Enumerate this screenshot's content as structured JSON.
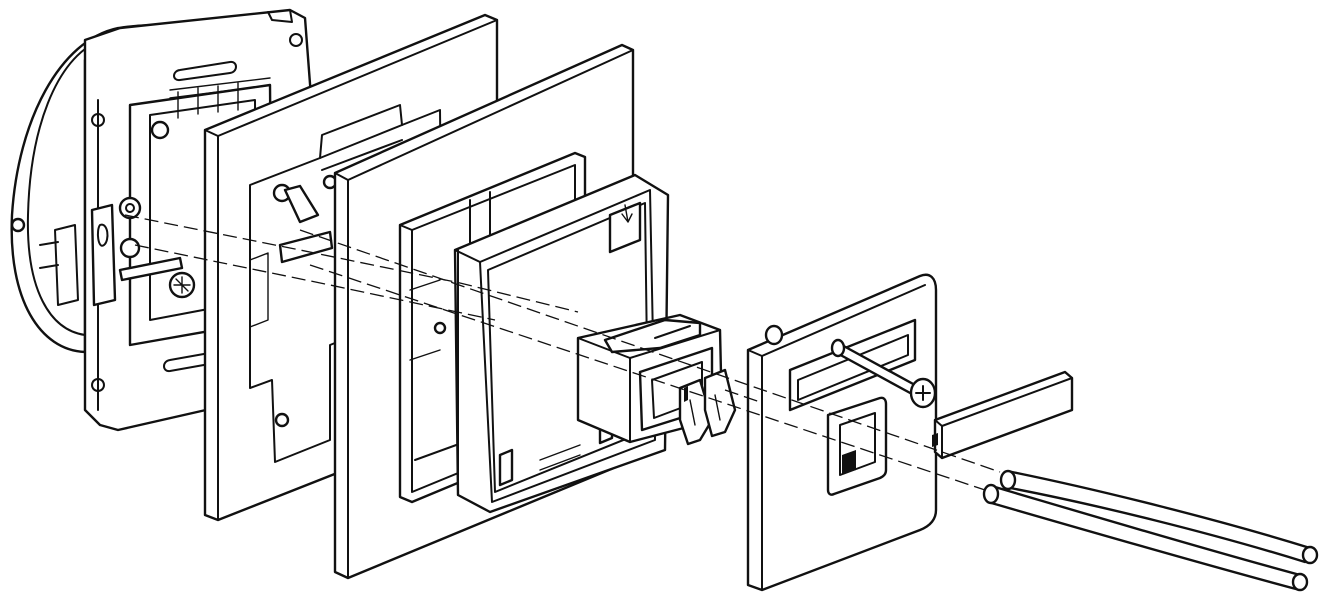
{
  "colors": {
    "line": "#111111",
    "fill": "#ffffff"
  },
  "parts": [
    {
      "id": "mounting-frame",
      "icon": "mounting-frame-icon"
    },
    {
      "id": "wall-plate",
      "icon": "plate-icon"
    },
    {
      "id": "decorative-frame",
      "icon": "frame-icon"
    },
    {
      "id": "adapter-frame",
      "icon": "adapter-icon"
    },
    {
      "id": "rj45-keystone-module",
      "icon": "keystone-icon"
    },
    {
      "id": "cover-plate",
      "icon": "cover-icon"
    },
    {
      "id": "fixing-screw",
      "icon": "screw-icon"
    },
    {
      "id": "label-strip",
      "icon": "label-icon"
    },
    {
      "id": "cable",
      "icon": "cable-icon"
    }
  ]
}
